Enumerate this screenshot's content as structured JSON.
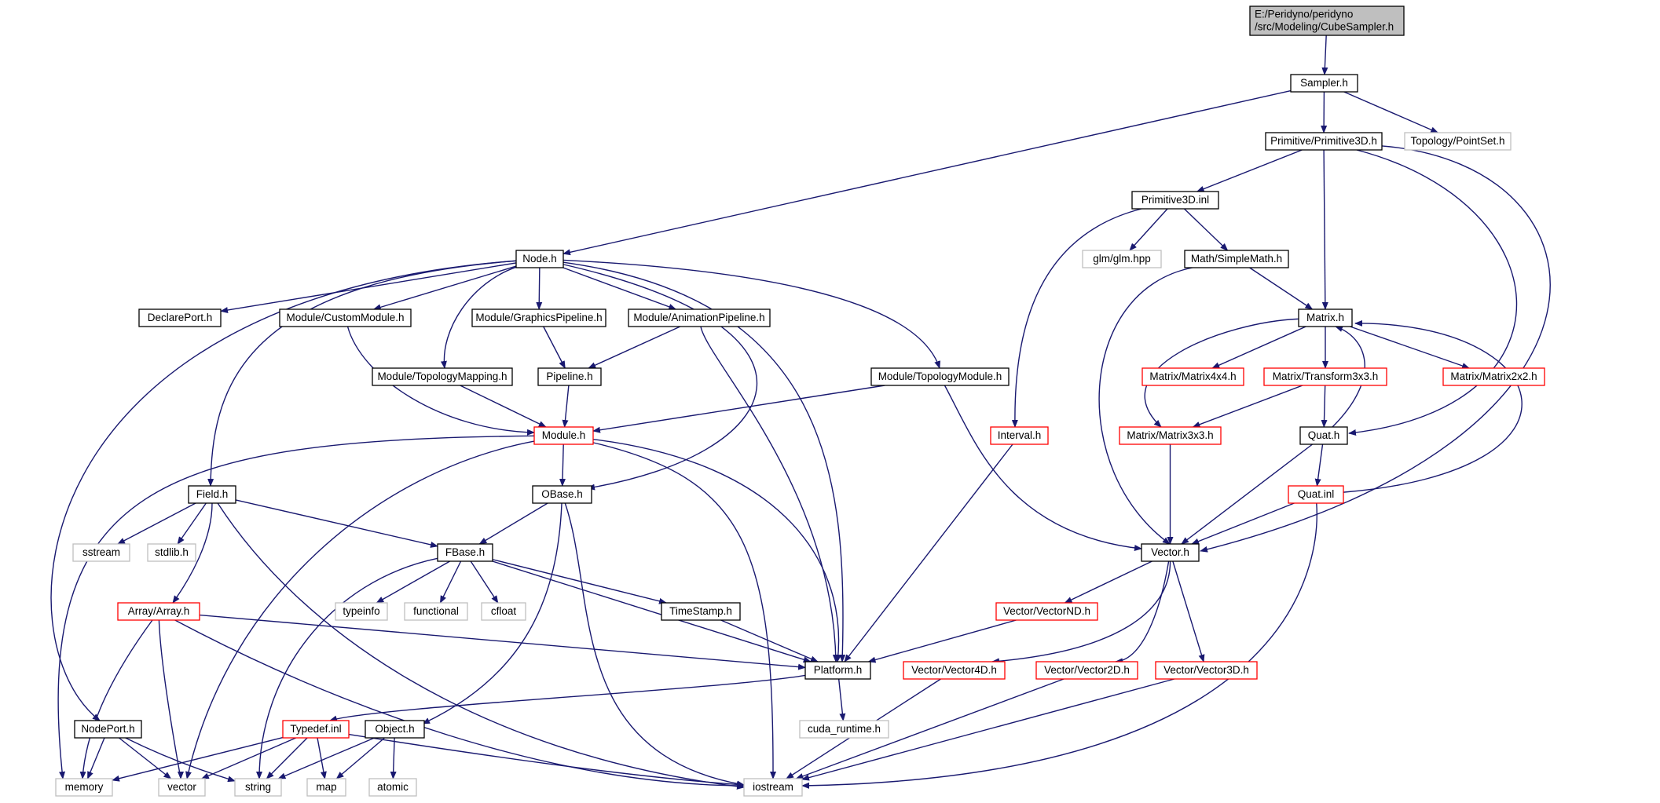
{
  "colors": {
    "edge": "#191970",
    "node_normal_border": "#000000",
    "node_truncated_border": "#ff0000",
    "node_leaf_border": "#bfbfbf",
    "root_fill": "#bfbfbf",
    "node_fill": "#ffffff",
    "text": "#000000"
  },
  "nodes": [
    {
      "id": "root",
      "lines": [
        "E:/Peridyno/peridyno",
        "/src/Modeling/CubeSampler.h"
      ],
      "style": "root"
    },
    {
      "id": "sampler",
      "lines": [
        "Sampler.h"
      ],
      "style": "normal"
    },
    {
      "id": "primitive3d",
      "lines": [
        "Primitive/Primitive3D.h"
      ],
      "style": "normal"
    },
    {
      "id": "pointset",
      "lines": [
        "Topology/PointSet.h"
      ],
      "style": "leaf"
    },
    {
      "id": "primitive3d_inl",
      "lines": [
        "Primitive3D.inl"
      ],
      "style": "normal"
    },
    {
      "id": "node",
      "lines": [
        "Node.h"
      ],
      "style": "normal"
    },
    {
      "id": "glm",
      "lines": [
        "glm/glm.hpp"
      ],
      "style": "leaf"
    },
    {
      "id": "simplemath",
      "lines": [
        "Math/SimpleMath.h"
      ],
      "style": "normal"
    },
    {
      "id": "declareport",
      "lines": [
        "DeclarePort.h"
      ],
      "style": "normal"
    },
    {
      "id": "custommodule",
      "lines": [
        "Module/CustomModule.h"
      ],
      "style": "normal"
    },
    {
      "id": "graphicspipeline",
      "lines": [
        "Module/GraphicsPipeline.h"
      ],
      "style": "normal"
    },
    {
      "id": "animationpipeline",
      "lines": [
        "Module/AnimationPipeline.h"
      ],
      "style": "normal"
    },
    {
      "id": "matrix",
      "lines": [
        "Matrix.h"
      ],
      "style": "normal"
    },
    {
      "id": "matrix4x4",
      "lines": [
        "Matrix/Matrix4x4.h"
      ],
      "style": "truncated"
    },
    {
      "id": "transform3x3",
      "lines": [
        "Matrix/Transform3x3.h"
      ],
      "style": "truncated"
    },
    {
      "id": "matrix2x2",
      "lines": [
        "Matrix/Matrix2x2.h"
      ],
      "style": "truncated"
    },
    {
      "id": "topologymapping",
      "lines": [
        "Module/TopologyMapping.h"
      ],
      "style": "normal"
    },
    {
      "id": "pipeline",
      "lines": [
        "Pipeline.h"
      ],
      "style": "normal"
    },
    {
      "id": "topologymodule",
      "lines": [
        "Module/TopologyModule.h"
      ],
      "style": "normal"
    },
    {
      "id": "module",
      "lines": [
        "Module.h"
      ],
      "style": "truncated"
    },
    {
      "id": "interval",
      "lines": [
        "Interval.h"
      ],
      "style": "truncated"
    },
    {
      "id": "matrix3x3",
      "lines": [
        "Matrix/Matrix3x3.h"
      ],
      "style": "truncated"
    },
    {
      "id": "quat",
      "lines": [
        "Quat.h"
      ],
      "style": "normal"
    },
    {
      "id": "field",
      "lines": [
        "Field.h"
      ],
      "style": "normal"
    },
    {
      "id": "obase",
      "lines": [
        "OBase.h"
      ],
      "style": "normal"
    },
    {
      "id": "quat_inl",
      "lines": [
        "Quat.inl"
      ],
      "style": "truncated"
    },
    {
      "id": "sstream",
      "lines": [
        "sstream"
      ],
      "style": "leaf"
    },
    {
      "id": "stdlib",
      "lines": [
        "stdlib.h"
      ],
      "style": "leaf"
    },
    {
      "id": "fbase",
      "lines": [
        "FBase.h"
      ],
      "style": "normal"
    },
    {
      "id": "vector",
      "lines": [
        "Vector.h"
      ],
      "style": "normal"
    },
    {
      "id": "array",
      "lines": [
        "Array/Array.h"
      ],
      "style": "truncated"
    },
    {
      "id": "typeinfo",
      "lines": [
        "typeinfo"
      ],
      "style": "leaf"
    },
    {
      "id": "functional",
      "lines": [
        "functional"
      ],
      "style": "leaf"
    },
    {
      "id": "cfloat",
      "lines": [
        "cfloat"
      ],
      "style": "leaf"
    },
    {
      "id": "timestamp",
      "lines": [
        "TimeStamp.h"
      ],
      "style": "normal"
    },
    {
      "id": "vectornd",
      "lines": [
        "Vector/VectorND.h"
      ],
      "style": "truncated"
    },
    {
      "id": "platform",
      "lines": [
        "Platform.h"
      ],
      "style": "normal"
    },
    {
      "id": "vector4d",
      "lines": [
        "Vector/Vector4D.h"
      ],
      "style": "truncated"
    },
    {
      "id": "vector2d",
      "lines": [
        "Vector/Vector2D.h"
      ],
      "style": "truncated"
    },
    {
      "id": "vector3d",
      "lines": [
        "Vector/Vector3D.h"
      ],
      "style": "truncated"
    },
    {
      "id": "cuda_runtime",
      "lines": [
        "cuda_runtime.h"
      ],
      "style": "leaf"
    },
    {
      "id": "nodeport",
      "lines": [
        "NodePort.h"
      ],
      "style": "normal"
    },
    {
      "id": "typedef_inl",
      "lines": [
        "Typedef.inl"
      ],
      "style": "truncated"
    },
    {
      "id": "object",
      "lines": [
        "Object.h"
      ],
      "style": "normal"
    },
    {
      "id": "memory",
      "lines": [
        "memory"
      ],
      "style": "leaf"
    },
    {
      "id": "std_vector",
      "lines": [
        "vector"
      ],
      "style": "leaf"
    },
    {
      "id": "string",
      "lines": [
        "string"
      ],
      "style": "leaf"
    },
    {
      "id": "map",
      "lines": [
        "map"
      ],
      "style": "leaf"
    },
    {
      "id": "atomic",
      "lines": [
        "atomic"
      ],
      "style": "leaf"
    },
    {
      "id": "iostream",
      "lines": [
        "iostream"
      ],
      "style": "leaf"
    }
  ],
  "edges": [
    [
      "root",
      "sampler"
    ],
    [
      "sampler",
      "node"
    ],
    [
      "sampler",
      "primitive3d"
    ],
    [
      "sampler",
      "pointset"
    ],
    [
      "primitive3d",
      "primitive3d_inl"
    ],
    [
      "primitive3d",
      "matrix"
    ],
    [
      "primitive3d",
      "quat"
    ],
    [
      "primitive3d",
      "vector"
    ],
    [
      "primitive3d_inl",
      "glm"
    ],
    [
      "primitive3d_inl",
      "simplemath"
    ],
    [
      "primitive3d_inl",
      "interval"
    ],
    [
      "simplemath",
      "matrix"
    ],
    [
      "simplemath",
      "vector"
    ],
    [
      "node",
      "declareport"
    ],
    [
      "node",
      "custommodule"
    ],
    [
      "node",
      "graphicspipeline"
    ],
    [
      "node",
      "animationpipeline"
    ],
    [
      "node",
      "topologymapping"
    ],
    [
      "node",
      "topologymodule"
    ],
    [
      "node",
      "field"
    ],
    [
      "node",
      "obase"
    ],
    [
      "node",
      "platform"
    ],
    [
      "node",
      "nodeport"
    ],
    [
      "custommodule",
      "module"
    ],
    [
      "graphicspipeline",
      "pipeline"
    ],
    [
      "animationpipeline",
      "pipeline"
    ],
    [
      "animationpipeline",
      "platform"
    ],
    [
      "topologymapping",
      "module"
    ],
    [
      "pipeline",
      "module"
    ],
    [
      "topologymodule",
      "module"
    ],
    [
      "topologymodule",
      "vector"
    ],
    [
      "matrix",
      "matrix4x4"
    ],
    [
      "matrix",
      "transform3x3"
    ],
    [
      "matrix",
      "matrix2x2"
    ],
    [
      "matrix",
      "matrix3x3"
    ],
    [
      "transform3x3",
      "matrix3x3"
    ],
    [
      "transform3x3",
      "quat"
    ],
    [
      "matrix3x3",
      "vector"
    ],
    [
      "quat",
      "matrix"
    ],
    [
      "quat",
      "quat_inl"
    ],
    [
      "quat",
      "vector"
    ],
    [
      "quat_inl",
      "matrix"
    ],
    [
      "quat_inl",
      "vector"
    ],
    [
      "quat_inl",
      "iostream"
    ],
    [
      "interval",
      "platform"
    ],
    [
      "module",
      "obase"
    ],
    [
      "module",
      "platform"
    ],
    [
      "module",
      "memory"
    ],
    [
      "module",
      "std_vector"
    ],
    [
      "module",
      "iostream"
    ],
    [
      "field",
      "sstream"
    ],
    [
      "field",
      "stdlib"
    ],
    [
      "field",
      "fbase"
    ],
    [
      "field",
      "array"
    ],
    [
      "field",
      "iostream"
    ],
    [
      "obase",
      "fbase"
    ],
    [
      "obase",
      "object"
    ],
    [
      "obase",
      "iostream"
    ],
    [
      "fbase",
      "typeinfo"
    ],
    [
      "fbase",
      "functional"
    ],
    [
      "fbase",
      "cfloat"
    ],
    [
      "fbase",
      "timestamp"
    ],
    [
      "fbase",
      "platform"
    ],
    [
      "fbase",
      "string"
    ],
    [
      "timestamp",
      "platform"
    ],
    [
      "vector",
      "vectornd"
    ],
    [
      "vector",
      "vector4d"
    ],
    [
      "vector",
      "vector2d"
    ],
    [
      "vector",
      "vector3d"
    ],
    [
      "vectornd",
      "platform"
    ],
    [
      "array",
      "platform"
    ],
    [
      "array",
      "memory"
    ],
    [
      "array",
      "std_vector"
    ],
    [
      "array",
      "iostream"
    ],
    [
      "platform",
      "cuda_runtime"
    ],
    [
      "platform",
      "typedef_inl"
    ],
    [
      "vector4d",
      "iostream"
    ],
    [
      "vector2d",
      "iostream"
    ],
    [
      "vector3d",
      "iostream"
    ],
    [
      "nodeport",
      "memory"
    ],
    [
      "nodeport",
      "std_vector"
    ],
    [
      "nodeport",
      "string"
    ],
    [
      "typedef_inl",
      "memory"
    ],
    [
      "typedef_inl",
      "std_vector"
    ],
    [
      "typedef_inl",
      "string"
    ],
    [
      "typedef_inl",
      "map"
    ],
    [
      "typedef_inl",
      "iostream"
    ],
    [
      "object",
      "string"
    ],
    [
      "object",
      "map"
    ],
    [
      "object",
      "atomic"
    ]
  ]
}
